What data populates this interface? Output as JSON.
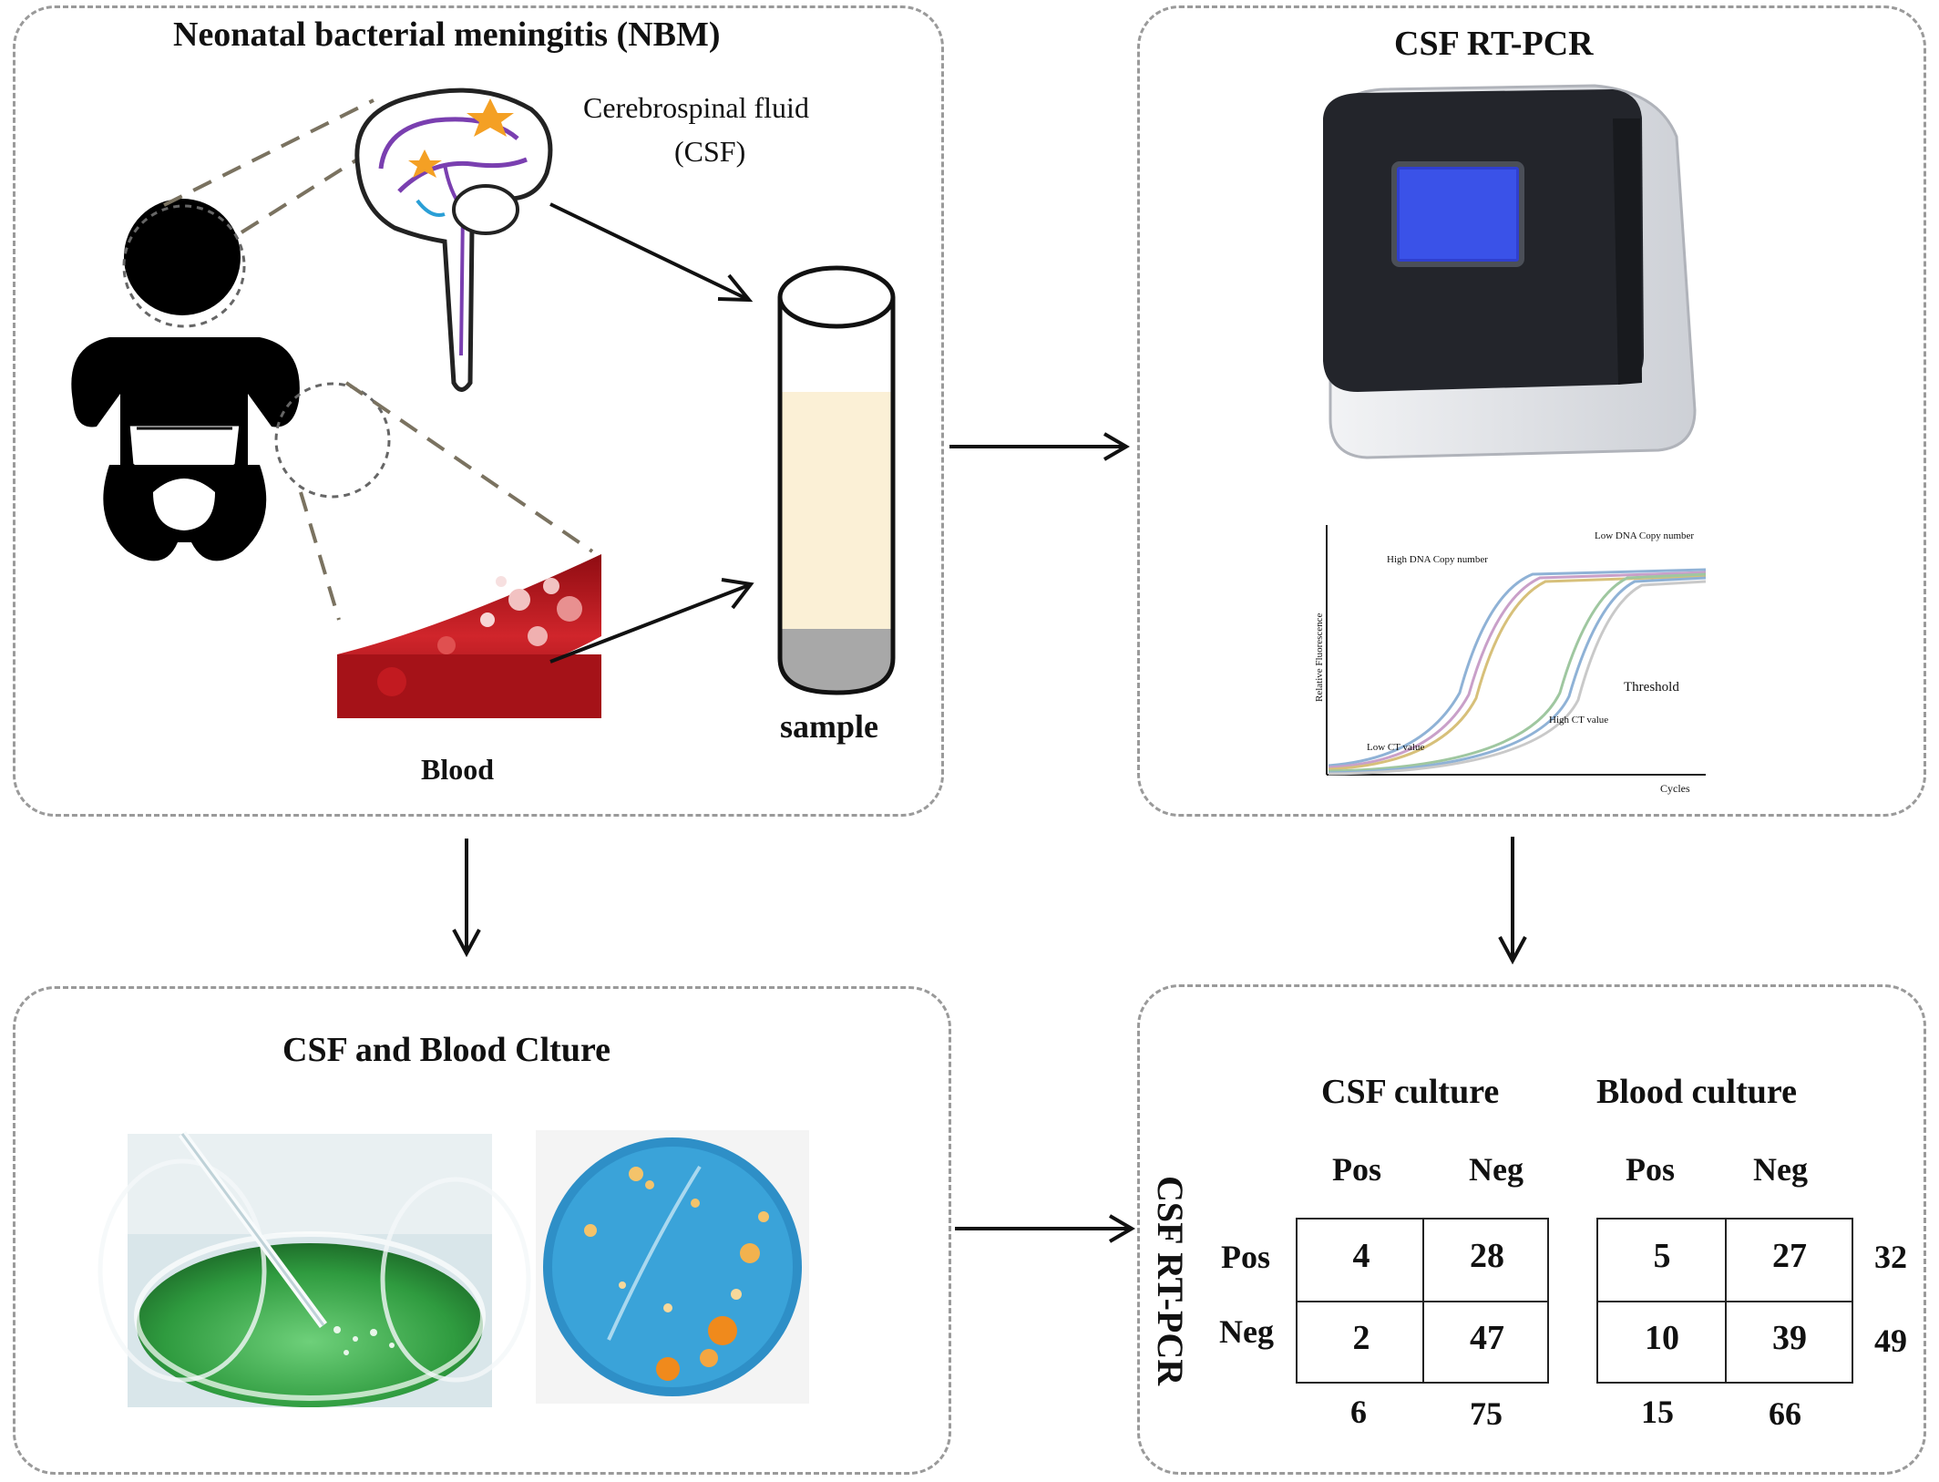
{
  "panels": {
    "nbm": {
      "title": "Neonatal bacterial meningitis (NBM)",
      "csf_label_line1": "Cerebrospinal fluid",
      "csf_label_line2": "(CSF)",
      "blood_label": "Blood",
      "sample_label": "sample"
    },
    "pcr": {
      "title": "CSF  RT-PCR",
      "plot": {
        "ylabel": "Relative Fluorescence",
        "xlabel": "Cycles",
        "ann_high_copy": "High DNA Copy number",
        "ann_low_copy": "Low DNA Copy number",
        "ann_threshold": "Threshold",
        "ann_low_ct": "Low CT value",
        "ann_high_ct": "High CT value"
      }
    },
    "culture": {
      "title": "CSF and Blood Clture"
    },
    "results": {
      "side_label": "CSF RT-PCR",
      "csf_header": "CSF  culture",
      "blood_header": "Blood culture",
      "col_pos": "Pos",
      "col_neg": "Neg",
      "row_pos": "Pos",
      "row_neg": "Neg",
      "csf_table": {
        "pos_pos": "4",
        "pos_neg": "28",
        "neg_pos": "2",
        "neg_neg": "47",
        "col_total_pos": "6",
        "col_total_neg": "75"
      },
      "blood_table": {
        "pos_pos": "5",
        "pos_neg": "27",
        "neg_pos": "10",
        "neg_neg": "39",
        "col_total_pos": "15",
        "col_total_neg": "66"
      },
      "row_total_pos": "32",
      "row_total_neg": "49"
    }
  },
  "colors": {
    "panel_border": "#9a9a9a",
    "baby": "#000000",
    "blood": "#b3141c",
    "tube_fluid": "#fbf0d6",
    "tube_base": "#a8a8a8",
    "screen": "#2f3fd0",
    "dish_green": "#3fae4a",
    "plate_blue": "#3aa3d9",
    "colony_orange": "#f08a1c"
  }
}
